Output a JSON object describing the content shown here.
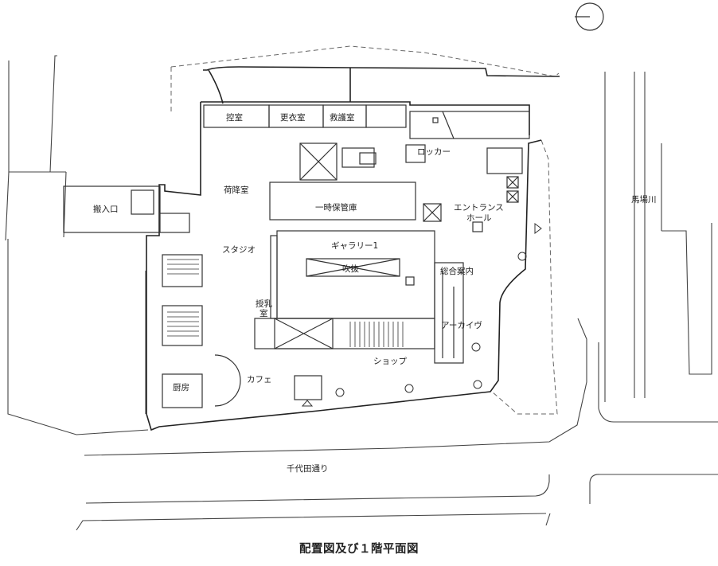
{
  "drawing": {
    "caption": "配置図及び１階平面図",
    "north_arrow_label": "",
    "rooms": {
      "control_room": "控室",
      "changing_room": "更衣室",
      "first_aid_room": "救護室",
      "locker": "ロッカー",
      "loading_room": "荷降室",
      "loading_entrance": "搬入口",
      "temporary_storage": "一時保管庫",
      "entrance_hall_line1": "エントランス",
      "entrance_hall_line2": "ホール",
      "studio": "スタジオ",
      "gallery_1": "ギャラリー1",
      "atrium": "吹抜",
      "information": "総合案内",
      "nursing_room_line1": "授乳",
      "nursing_room_line2": "室",
      "archive": "アーカイヴ",
      "shop": "ショップ",
      "cafe": "カフェ",
      "kitchen": "厨房"
    },
    "streets": {
      "chiyoda_street": "千代田通り",
      "babagawa": "馬場川"
    }
  }
}
